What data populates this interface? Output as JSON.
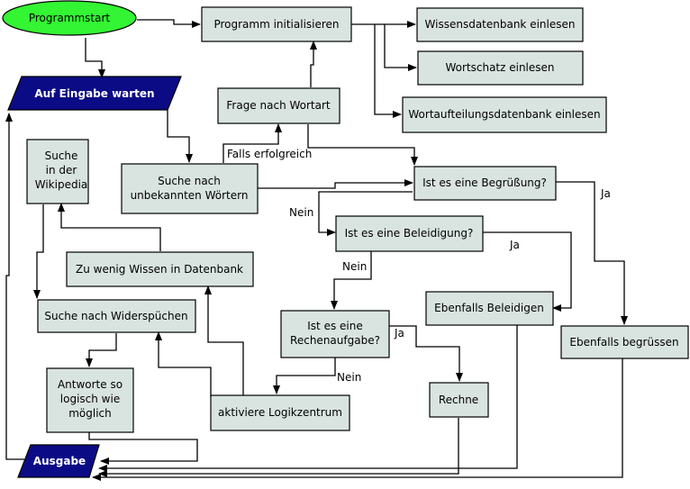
{
  "nodes": {
    "start": "Programmstart",
    "init": "Programm initialisieren",
    "wissen": "Wissensdatenbank einlesen",
    "wortschatz": "Wortschatz einlesen",
    "wortauf": "Wortaufteilungsdatenbank einlesen",
    "eingabe": "Auf Eingabe warten",
    "frage_wortart": "Frage nach Wortart",
    "wiki": [
      "Suche",
      "in der",
      "Wikipedia"
    ],
    "suche_unbekannt": [
      "Suche nach",
      "unbekannten Wörtern"
    ],
    "begruessung": "Ist es eine Begrüßung?",
    "beleidigung": "Ist es eine Beleidigung?",
    "zu_wenig": "Zu wenig Wissen in Datenbank",
    "widersprueche": "Suche nach Widerspüchen",
    "ebenfalls_beleidigen": "Ebenfalls Beleidigen",
    "rechenaufgabe": [
      "Ist es eine",
      "Rechenaufgabe?"
    ],
    "ebenfalls_begruessen": "Ebenfalls begrüssen",
    "antworte": [
      "Antworte so",
      "logisch wie",
      "möglich"
    ],
    "rechne": "Rechne",
    "logik": "aktiviere Logikzentrum",
    "ausgabe": "Ausgabe"
  },
  "edge_labels": {
    "falls_erfolgreich": "Falls erfolgreich",
    "nein1": "Nein",
    "ja1": "Ja",
    "ja2": "Ja",
    "nein2": "Nein",
    "ja3": "Ja",
    "nein3": "Nein"
  },
  "colors": {
    "box_fill": "#d9e4e1",
    "start_fill": "#33f533",
    "io_fill": "#0b0b86"
  }
}
